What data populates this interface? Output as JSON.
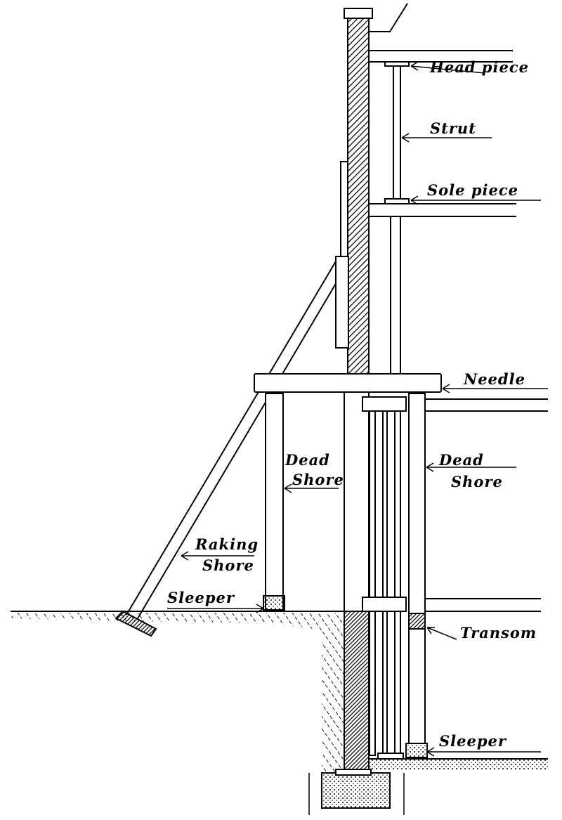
{
  "title": "Shoring diagram: needle, dead shores and raking shore",
  "labels": {
    "head_piece": "Head piece",
    "strut": "Strut",
    "sole_piece": "Sole piece",
    "needle": "Needle",
    "dead_shore_left_1": "Dead",
    "dead_shore_left_2": "Shore",
    "dead_shore_right_1": "Dead",
    "dead_shore_right_2": "Shore",
    "raking_shore_1": "Raking",
    "raking_shore_2": "Shore",
    "sleeper_left": "Sleeper",
    "transom": "Transom",
    "sleeper_right": "Sleeper"
  }
}
